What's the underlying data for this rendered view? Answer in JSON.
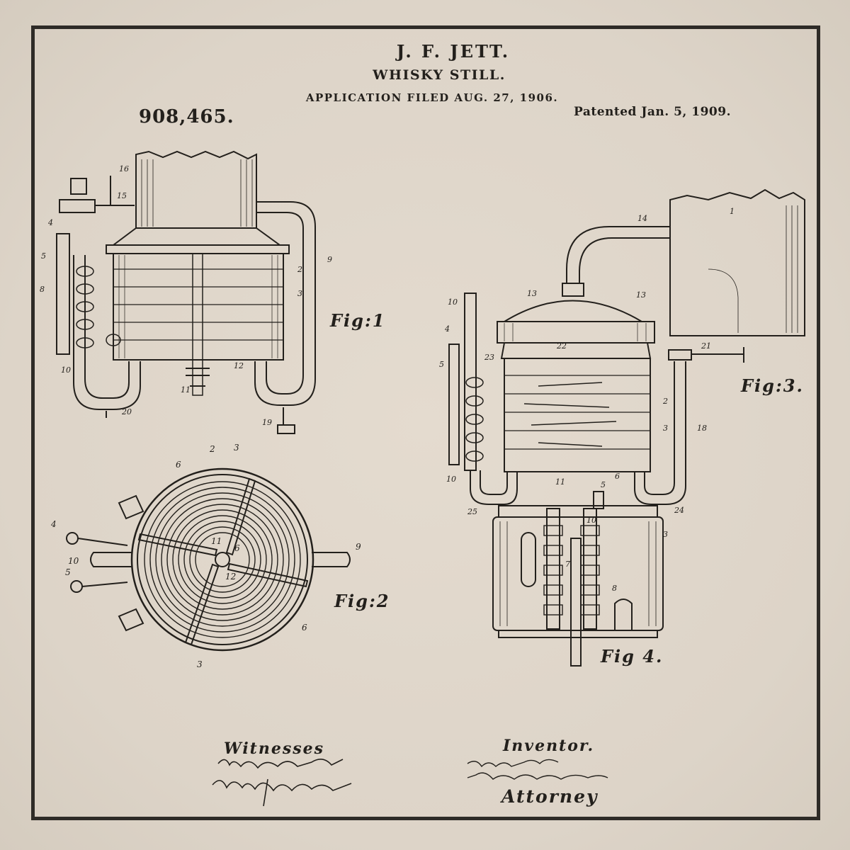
{
  "header": {
    "inventor_name": "J. F. JETT.",
    "title": "WHISKY STILL.",
    "filed": "APPLICATION FILED AUG. 27, 1906.",
    "patent_number": "908,465.",
    "patented_date": "Patented Jan. 5, 1909."
  },
  "figures": {
    "fig1": "Fig:1",
    "fig2": "Fig:2",
    "fig3": "Fig:3.",
    "fig4": "Fig 4."
  },
  "footer": {
    "witnesses_label": "Witnesses",
    "inventor_label": "Inventor.",
    "attorney_label": "Attorney",
    "witness_signatures": [
      "Agnes B. Grant",
      "W. W. Symmes"
    ],
    "inventor_signature": "James F. Jett.",
    "attorney_signature": "by George B. Cartwright."
  },
  "colors": {
    "paper": "#e4dbcf",
    "ink": "#23201c",
    "frame": "#2e2b27"
  }
}
